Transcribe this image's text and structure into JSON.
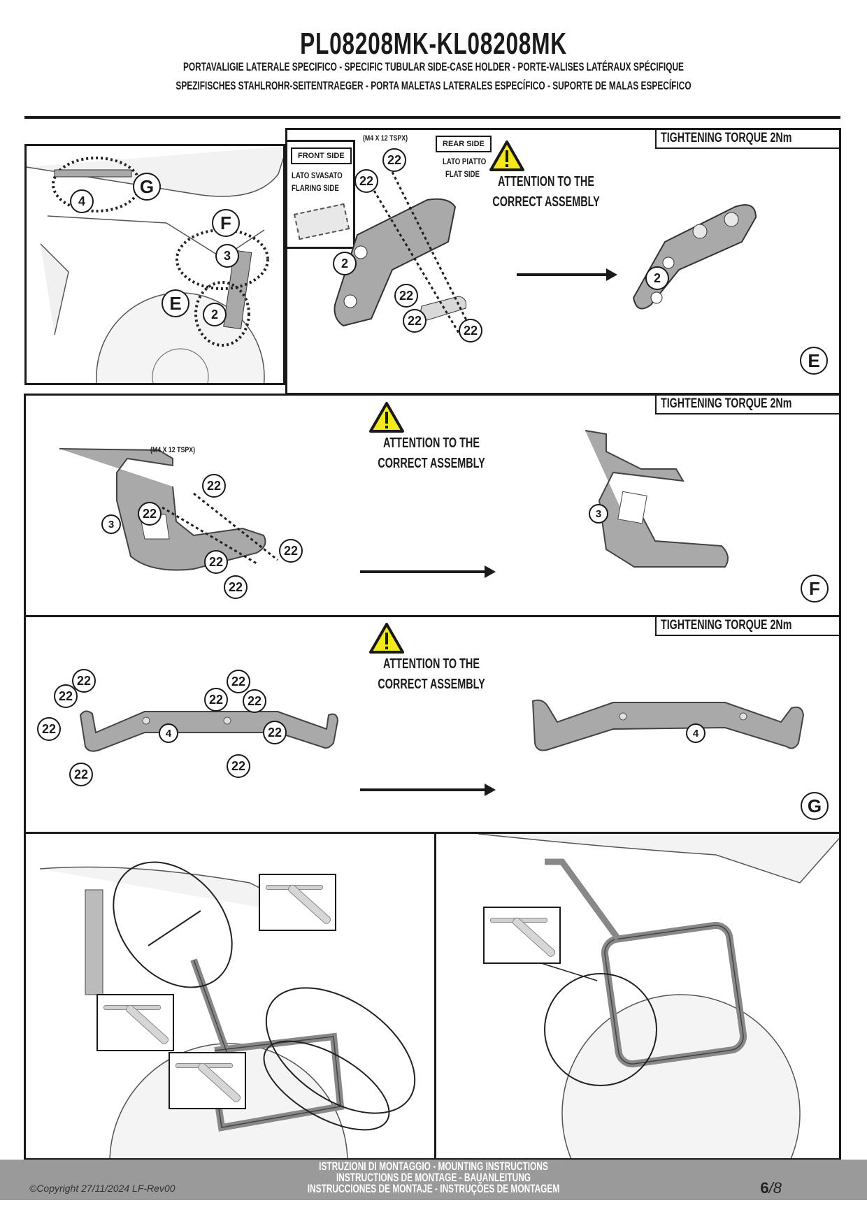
{
  "header": {
    "title": "PL08208MK-KL08208MK",
    "subtitle_line1": "PORTAVALIGIE LATERALE SPECIFICO  -  SPECIFIC TUBULAR SIDE-CASE HOLDER  - PORTE-VALISES LATÉRAUX SPÉCIFIQUE",
    "subtitle_line2": "SPEZIFISCHES STAHLROHR-SEITENTRAEGER - PORTA MALETAS LATERALES ESPECÍFICO - SUPORTE DE MALAS ESPECÍFICO"
  },
  "overview": {
    "callouts": [
      "G",
      "4",
      "F",
      "3",
      "E",
      "2"
    ]
  },
  "steps": [
    {
      "id": "E",
      "torque": "TIGHTENING TORQUE 2Nm",
      "screw_spec": "(M4 X 12 TSPX)",
      "front_side_label": "FRONT SIDE",
      "front_side_desc_1": "LATO SVASATO",
      "front_side_desc_2": "FLARING SIDE",
      "rear_side_label": "REAR SIDE",
      "rear_side_desc_1": "LATO PIATTO",
      "rear_side_desc_2": "FLAT SIDE",
      "warning_line1": "ATTENTION TO THE",
      "warning_line2": "CORRECT ASSEMBLY",
      "part_number": "2",
      "hardware_number": "22"
    },
    {
      "id": "F",
      "torque": "TIGHTENING TORQUE 2Nm",
      "screw_spec": "(M4 X 12 TSPX)",
      "warning_line1": "ATTENTION TO THE",
      "warning_line2": "CORRECT ASSEMBLY",
      "part_number": "3",
      "hardware_number": "22"
    },
    {
      "id": "G",
      "torque": "TIGHTENING TORQUE 2Nm",
      "warning_line1": "ATTENTION TO THE",
      "warning_line2": "CORRECT ASSEMBLY",
      "part_number": "4",
      "hardware_number": "22"
    }
  ],
  "icons": {
    "warning": "warning-triangle-icon",
    "arrow": "arrow-right-icon",
    "tool": "hex-key-icon"
  },
  "colors": {
    "warning_yellow": "#f3e81c",
    "part_gray": "#a9a9a9",
    "footer_gray": "#9a9a9a"
  },
  "footer": {
    "line1": "ISTRUZIONI DI MONTAGGIO  -  MOUNTING INSTRUCTIONS",
    "line2": "INSTRUCTIONS DE MONTAGE - BAUANLEITUNG",
    "line3": "INSTRUCCIONES DE MONTAJE - INSTRUÇÕES DE MONTAGEM",
    "copyright": "©Copyright 27/11/2024 LF-Rev00",
    "page_current": "6",
    "page_total": "/8"
  }
}
